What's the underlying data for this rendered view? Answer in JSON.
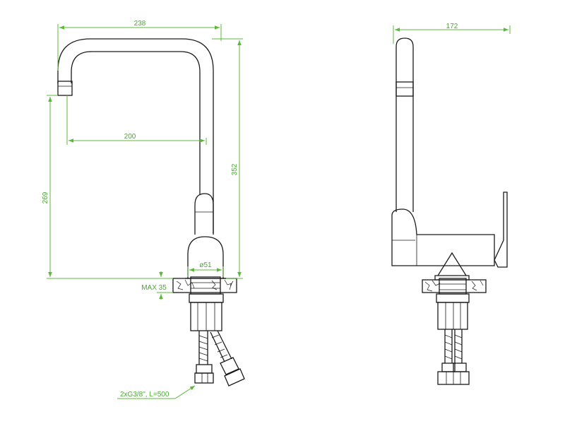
{
  "colors": {
    "dimension": "#5cb83a",
    "ink": "#1a1a1a",
    "background": "#ffffff"
  },
  "dimensions": {
    "overall_reach": "238",
    "spout_reach": "200",
    "total_height": "352",
    "spout_height": "269",
    "body_diameter": "ø51",
    "max_counter": "MAX 35",
    "hoses": "2xG3/8\", L=500",
    "side_width": "172"
  }
}
